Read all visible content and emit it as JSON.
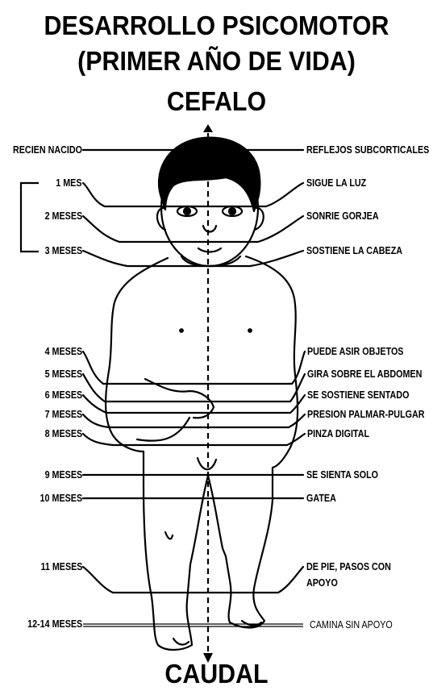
{
  "title": {
    "line1": "DESARROLLO PSICOMOTOR",
    "line2": "(PRIMER AÑO DE VIDA)",
    "top": "CEFALO",
    "bottom": "CAUDAL"
  },
  "milestones": [
    {
      "age": "RECIEN NACIDO",
      "skill": "REFLEJOS SUBCORTICALES"
    },
    {
      "age": "1 MES",
      "skill": "SIGUE LA LUZ"
    },
    {
      "age": "2 MESES",
      "skill": "SONRIE GORJEA"
    },
    {
      "age": "3 MESES",
      "skill": "SOSTIENE LA CABEZA"
    },
    {
      "age": "4 MESES",
      "skill": "PUEDE ASIR OBJETOS"
    },
    {
      "age": "5 MESES",
      "skill": "GIRA SOBRE EL ABDOMEN"
    },
    {
      "age": "6 MESES",
      "skill": "SE SOSTIENE SENTADO"
    },
    {
      "age": "7 MESES",
      "skill": "PRESION PALMAR-PULGAR"
    },
    {
      "age": "8 MESES",
      "skill": "PINZA DIGITAL"
    },
    {
      "age": "9 MESES",
      "skill": "SE SIENTA SOLO"
    },
    {
      "age": "10 MESES",
      "skill": "GATEA"
    },
    {
      "age": "11 MESES",
      "skill": "DE PIE, PASOS CON",
      "skill2": "APOYO"
    },
    {
      "age": "12-14 MESES",
      "skill": "CAMINA SIN APOYO"
    }
  ]
}
